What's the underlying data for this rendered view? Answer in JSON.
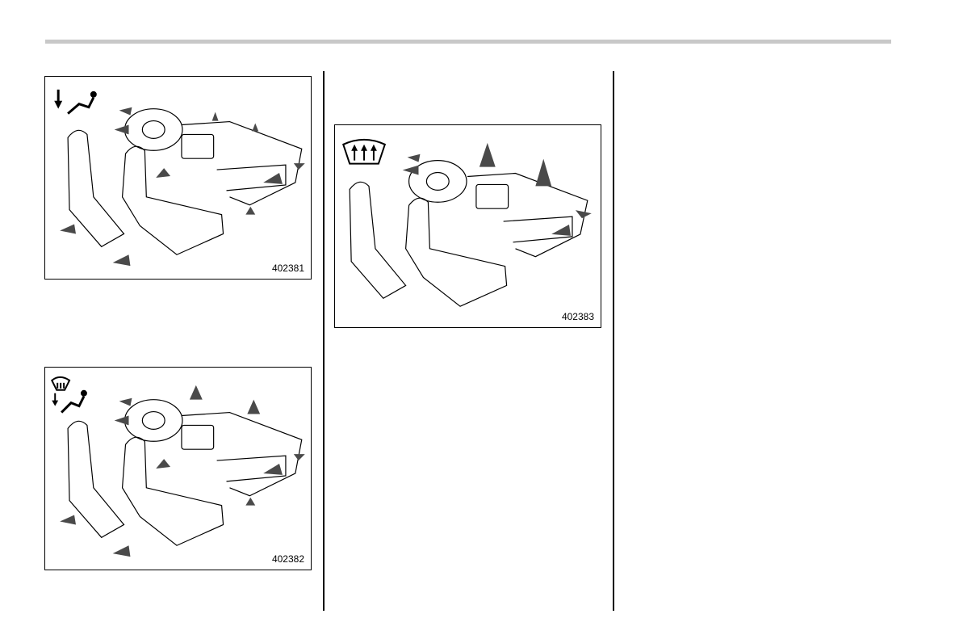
{
  "figures": [
    {
      "id": "402381",
      "mode_icon": "vent-face-feet-mode-icon"
    },
    {
      "id": "402382",
      "mode_icon": "defrost-feet-mode-icon"
    },
    {
      "id": "402383",
      "mode_icon": "windshield-defrost-mode-icon"
    }
  ],
  "colors": {
    "line": "#000000",
    "rule": "#c8c8c8",
    "arrow": "#4a4a4a"
  }
}
